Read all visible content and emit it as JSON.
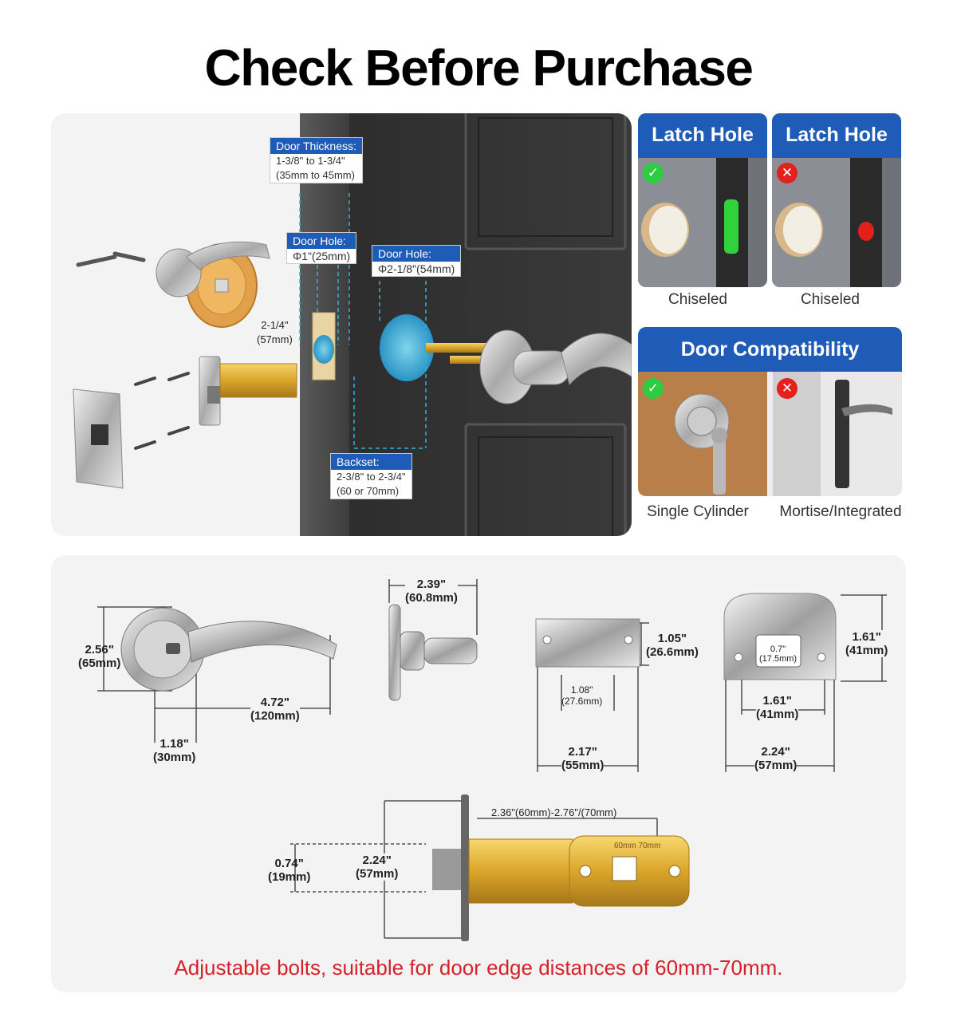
{
  "title": "Check Before Purchase",
  "callouts": {
    "door_thickness": {
      "label": "Door Thickness:",
      "line1": "1-3/8\" to  1-3/4\"",
      "line2": "(35mm to 45mm)"
    },
    "door_hole_small": {
      "label": "Door Hole:",
      "line1": "Φ1\"(25mm)"
    },
    "door_hole_large": {
      "label": "Door Hole:",
      "line1": "Φ2-1/8\"(54mm)"
    },
    "latch_height": {
      "line1": "2-1/4\"",
      "line2": "(57mm)"
    },
    "backset": {
      "label": "Backset:",
      "line1": "2-3/8\"  to  2-3/4\"",
      "line2": "(60 or 70mm)"
    }
  },
  "latch_cards": [
    {
      "title": "Latch Hole",
      "status": "check-icon",
      "caption": "Chiseled",
      "color": "#2fd23a"
    },
    {
      "title": "Latch Hole",
      "status": "cross-icon",
      "caption": "Chiseled",
      "color": "#e3201b"
    }
  ],
  "compat": {
    "title": "Door Compatibility",
    "items": [
      {
        "status": "check-icon",
        "caption": "Single Cylinder"
      },
      {
        "status": "cross-icon",
        "caption": "Mortise/Integrated"
      }
    ]
  },
  "dimensions": {
    "lever_height": {
      "a": "2.56\"",
      "b": "(65mm)"
    },
    "lever_length": {
      "a": "4.72\"",
      "b": "(120mm)"
    },
    "lever_offset": {
      "a": "1.18\"",
      "b": "(30mm)"
    },
    "rose_depth": {
      "a": "2.39\"",
      "b": "(60.8mm)"
    },
    "strike_height": {
      "a": "1.05\"",
      "b": "(26.6mm)"
    },
    "strike_inner": {
      "a": "1.08\"",
      "b": "(27.6mm)"
    },
    "strike_width": {
      "a": "2.17\"",
      "b": "(55mm)"
    },
    "plate_height": {
      "a": "1.61\"",
      "b": "(41mm)"
    },
    "plate_slot": {
      "a": "0.7\"",
      "b": "(17.5mm)"
    },
    "plate_inner": {
      "a": "1.61\"",
      "b": "(41mm)"
    },
    "plate_width": {
      "a": "2.24\"",
      "b": "(57mm)"
    },
    "latch_backset": "2.36\"(60mm)-2.76\"/(70mm)",
    "bolt_height": {
      "a": "0.74\"",
      "b": "(19mm)"
    },
    "face_height": {
      "a": "2.24\"",
      "b": "(57mm)"
    },
    "latch_marks": "60mm   70mm"
  },
  "footer": "Adjustable bolts, suitable for door edge distances of 60mm-70mm."
}
